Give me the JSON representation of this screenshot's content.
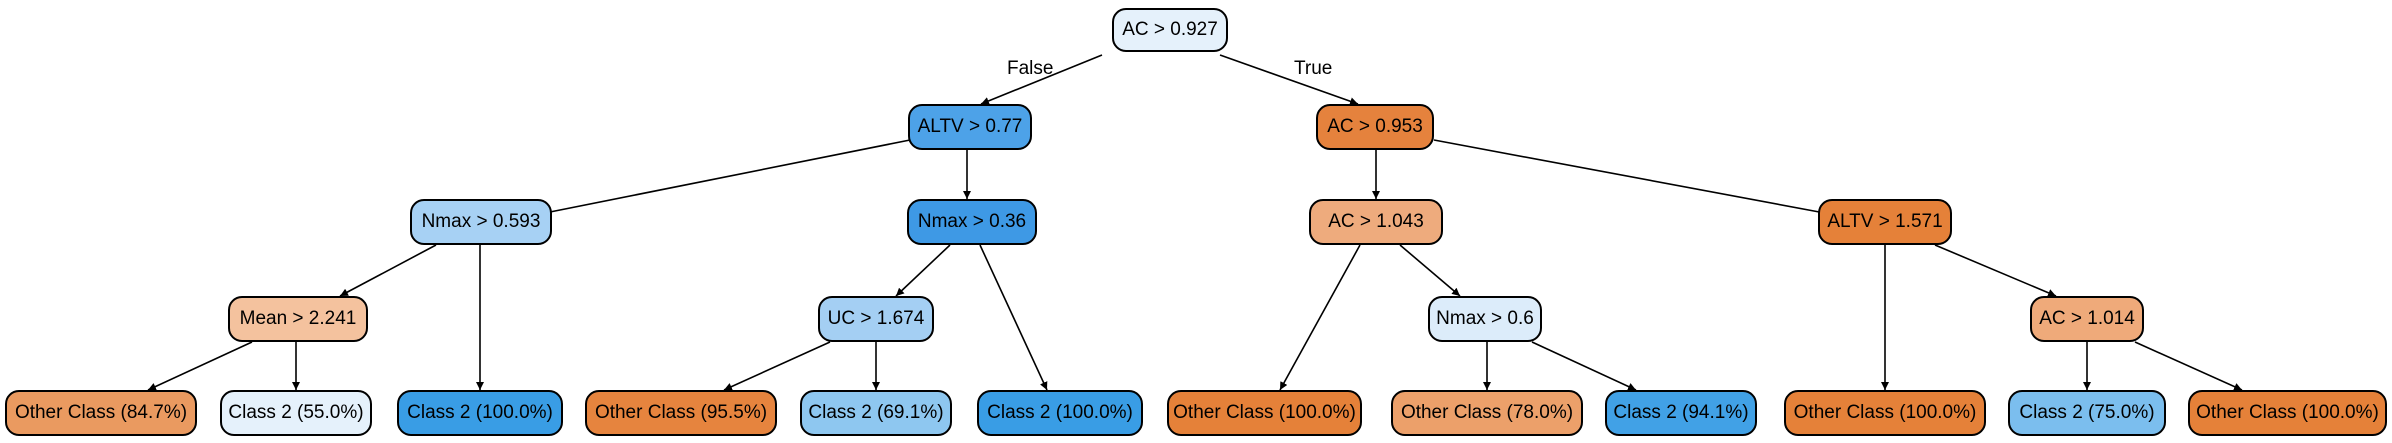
{
  "tree": {
    "edge_labels": {
      "false_label": "False",
      "true_label": "True"
    },
    "nodes": [
      {
        "id": "n0",
        "label": "AC > 0.927",
        "color": "#e5f1fb",
        "parent": null,
        "interactable": true
      },
      {
        "id": "n1",
        "label": "ALTV > 0.77",
        "color": "#4da2e8",
        "parent": "n0",
        "interactable": true
      },
      {
        "id": "n2",
        "label": "AC > 0.953",
        "color": "#e5823d",
        "parent": "n0",
        "interactable": true
      },
      {
        "id": "n3",
        "label": "Nmax > 0.593",
        "color": "#a7d1f4",
        "parent": "n1",
        "interactable": true
      },
      {
        "id": "n4",
        "label": "Nmax > 0.36",
        "color": "#3e99e5",
        "parent": "n1",
        "interactable": true
      },
      {
        "id": "n5",
        "label": "AC > 1.043",
        "color": "#eeab7d",
        "parent": "n2",
        "interactable": true
      },
      {
        "id": "n6",
        "label": "ALTV > 1.571",
        "color": "#e58139",
        "parent": "n2",
        "interactable": true
      },
      {
        "id": "n7",
        "label": "Mean > 2.241",
        "color": "#f4c29e",
        "parent": "n3",
        "interactable": true
      },
      {
        "id": "n8",
        "label": "Class 2 (100.0%)",
        "color": "#399de5",
        "parent": "n3",
        "interactable": false
      },
      {
        "id": "n9",
        "label": "UC > 1.674",
        "color": "#a4cff3",
        "parent": "n4",
        "interactable": true
      },
      {
        "id": "n10",
        "label": "Class 2 (100.0%)",
        "color": "#399de5",
        "parent": "n4",
        "interactable": false
      },
      {
        "id": "n11",
        "label": "Other Class (100.0%)",
        "color": "#e58139",
        "parent": "n5",
        "interactable": false
      },
      {
        "id": "n12",
        "label": "Nmax > 0.6",
        "color": "#dcecfa",
        "parent": "n5",
        "interactable": true
      },
      {
        "id": "n13",
        "label": "Other Class (100.0%)",
        "color": "#e58139",
        "parent": "n6",
        "interactable": false
      },
      {
        "id": "n14",
        "label": "AC > 1.014",
        "color": "#efaa7a",
        "parent": "n6",
        "interactable": true
      },
      {
        "id": "n15",
        "label": "Other Class (84.7%)",
        "color": "#ea9a60",
        "parent": "n7",
        "interactable": false
      },
      {
        "id": "n16",
        "label": "Class 2 (55.0%)",
        "color": "#e5f1fb",
        "parent": "n7",
        "interactable": false
      },
      {
        "id": "n17",
        "label": "Other Class (95.5%)",
        "color": "#e6843e",
        "parent": "n9",
        "interactable": false
      },
      {
        "id": "n18",
        "label": "Class 2 (69.1%)",
        "color": "#8ec7f0",
        "parent": "n9",
        "interactable": false
      },
      {
        "id": "n19",
        "label": "Other Class (78.0%)",
        "color": "#eca06a",
        "parent": "n12",
        "interactable": false
      },
      {
        "id": "n20",
        "label": "Class 2 (94.1%)",
        "color": "#41a1e6",
        "parent": "n12",
        "interactable": false
      },
      {
        "id": "n21",
        "label": "Class 2 (75.0%)",
        "color": "#7bbeee",
        "parent": "n14",
        "interactable": false
      },
      {
        "id": "n22",
        "label": "Other Class (100.0%)",
        "color": "#e58139",
        "parent": "n14",
        "interactable": false
      }
    ]
  }
}
